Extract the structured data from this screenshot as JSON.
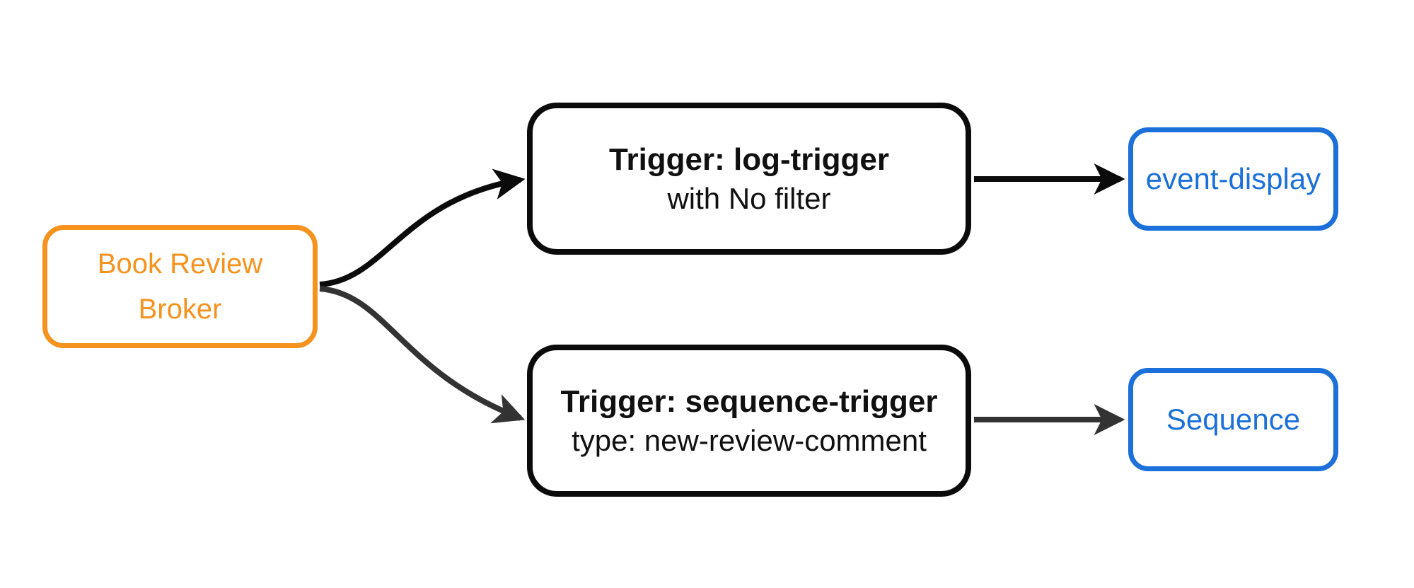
{
  "diagram": {
    "type": "flowchart",
    "direction": "left-to-right"
  },
  "nodes": {
    "broker": {
      "line1": "Book Review",
      "line2": "Broker"
    },
    "trigger_log": {
      "title": "Trigger: log-trigger",
      "subtitle": "with No filter"
    },
    "trigger_sequence": {
      "title": "Trigger: sequence-trigger",
      "subtitle": "type: new-review-comment"
    },
    "event_display": {
      "label": "event-display"
    },
    "sequence": {
      "label": "Sequence"
    }
  },
  "edges": [
    {
      "from": "Book Review Broker",
      "to": "Trigger: log-trigger",
      "style": "curved",
      "color": "#0b0b0b"
    },
    {
      "from": "Book Review Broker",
      "to": "Trigger: sequence-trigger",
      "style": "curved",
      "color": "#333333"
    },
    {
      "from": "Trigger: log-trigger",
      "to": "event-display",
      "style": "straight",
      "color": "#0b0b0b"
    },
    {
      "from": "Trigger: sequence-trigger",
      "to": "Sequence",
      "style": "straight",
      "color": "#333333"
    }
  ],
  "colors": {
    "canvas-bg": "#ffffff",
    "broker-accent": "#F6921E",
    "trigger-border": "#0b0b0b",
    "trigger-text": "#101010",
    "sink-accent": "#1B70D9",
    "edge-black": "#0b0b0b",
    "edge-gray": "#333333"
  }
}
